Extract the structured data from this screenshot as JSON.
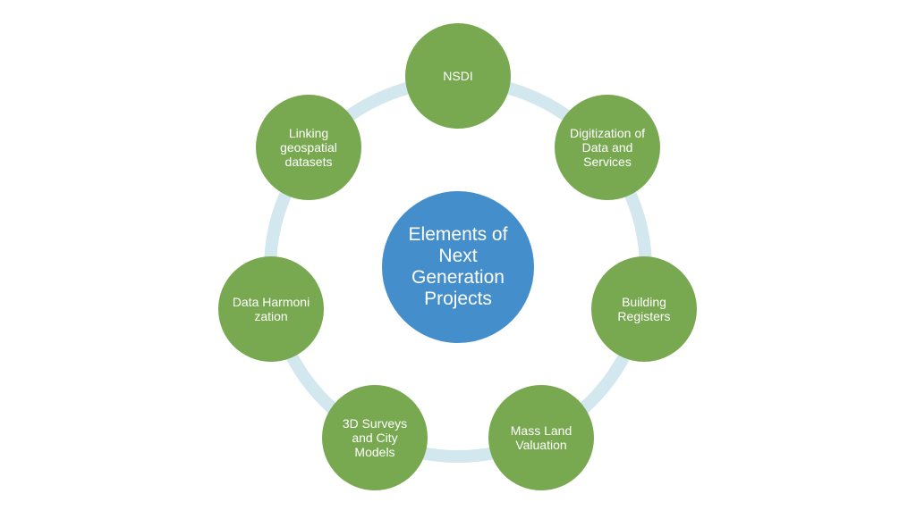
{
  "diagram": {
    "center": {
      "label": "Elements of Next Generation Projects",
      "color": "#438ecb"
    },
    "node_color": "#78a951",
    "ring_color": "#d3e7ee",
    "nodes": [
      {
        "label": "NSDI"
      },
      {
        "label": "Digitization of Data and Services"
      },
      {
        "label": "Building Registers"
      },
      {
        "label": "Mass Land Valuation"
      },
      {
        "label": "3D Surveys and City Models"
      },
      {
        "label": "Data Harmonization"
      },
      {
        "label": "Linking geospatial datasets"
      }
    ]
  }
}
